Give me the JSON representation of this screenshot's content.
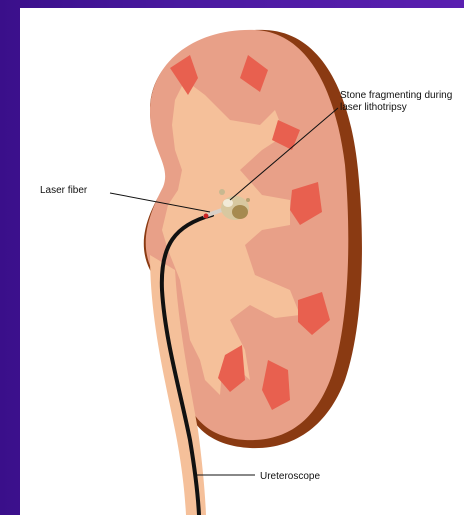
{
  "diagram": {
    "labels": {
      "stone": [
        "Stone fragmenting during",
        "laser lithotripsy"
      ],
      "laser_fiber": "Laser fiber",
      "ureteroscope": "Ureteroscope"
    },
    "colors": {
      "background": "#4a1aa0",
      "panel": "#ffffff",
      "kidney_cortex": "#e8a088",
      "kidney_shadow": "#8a3a12",
      "pelvis": "#f5c09a",
      "papilla": "#e8604f",
      "scope": "#111111"
    }
  }
}
